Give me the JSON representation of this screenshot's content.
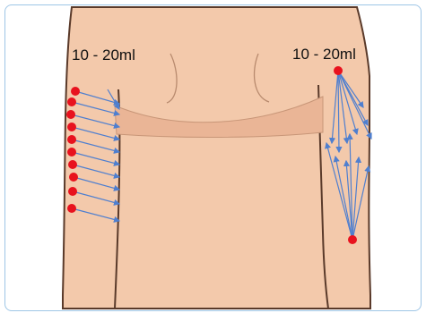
{
  "labels": {
    "left_volume": "10 - 20ml",
    "right_volume": "10 - 20ml"
  },
  "colors": {
    "frame_border": "#9ec6e6",
    "skin": "#f3c9ab",
    "skin_outline": "#5a3a2a",
    "band": "#eab596",
    "injection_point": "#e8121e",
    "arrow": "#4f7fcf"
  },
  "injection_sites": {
    "left_arm": {
      "points": 10,
      "pattern": "parallel-fan"
    },
    "right_arm": {
      "points": 2,
      "pattern": "converging-fan"
    }
  }
}
